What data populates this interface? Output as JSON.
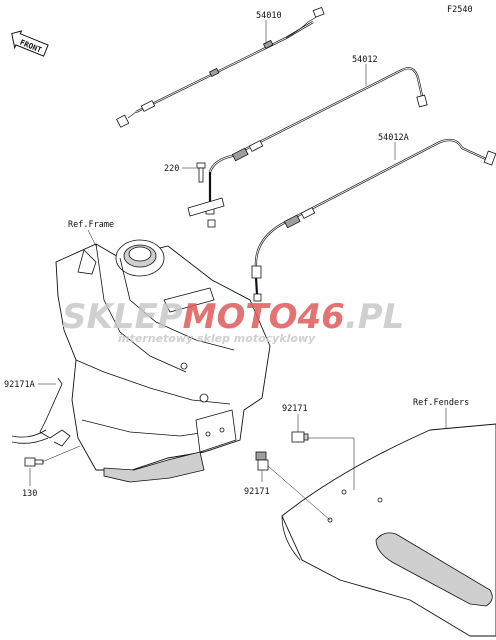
{
  "diagram": {
    "figure_code": "F2540",
    "front_marker": "FRONT",
    "parts": [
      {
        "number": "54010"
      },
      {
        "number": "54012"
      },
      {
        "number": "54012A"
      },
      {
        "number": "220"
      },
      {
        "number": "92171A"
      },
      {
        "number": "130"
      },
      {
        "number": "92171"
      },
      {
        "number": "92171"
      }
    ],
    "references": {
      "frame": "Ref.Frame",
      "fenders": "Ref.Fenders"
    }
  },
  "watermark": {
    "brand_part1": "SKLEP",
    "brand_part2": "MOTO",
    "brand_part3": "46",
    "brand_suffix": ".PL",
    "tagline": "internetowy sklep motocyklowy",
    "colors": {
      "gray": "#c8c8c8",
      "red": "#e05a5a"
    }
  }
}
